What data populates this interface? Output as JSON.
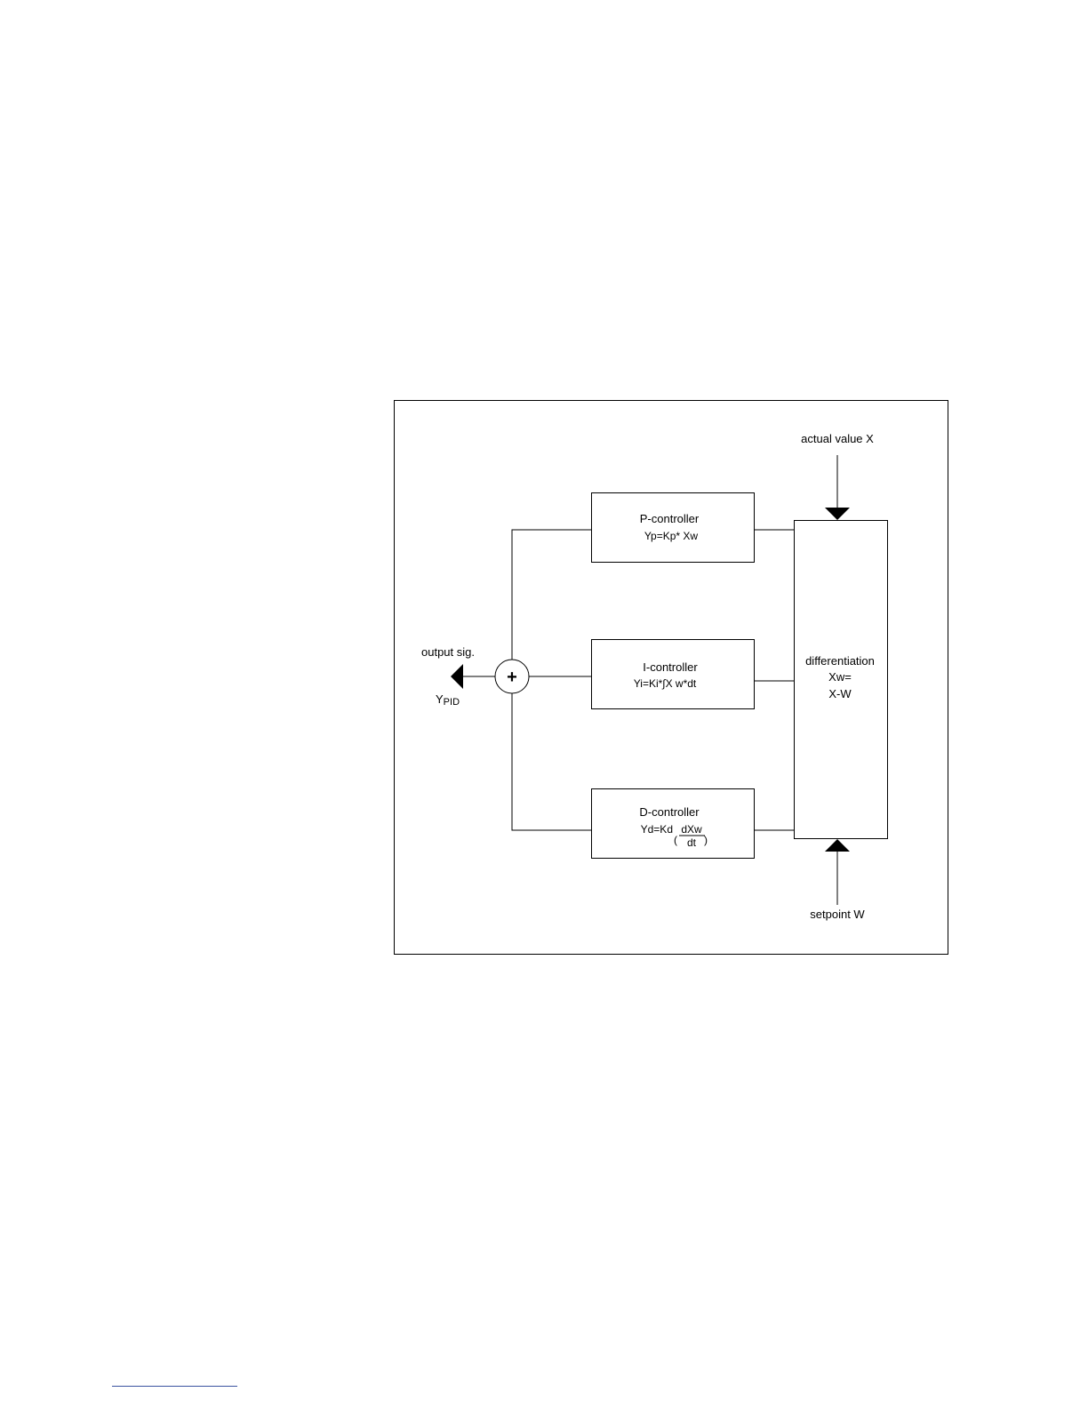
{
  "diagram": {
    "actual_value_label": "actual value X",
    "setpoint_label": "setpoint W",
    "output_label": "output sig.",
    "output_symbol_main": "Y",
    "output_symbol_sub": "PID",
    "summer_symbol": "+",
    "p_controller": {
      "title": "P-controller",
      "formula": "Yp=Kp* Xw"
    },
    "i_controller": {
      "title": "I-controller",
      "formula": "Yi=Ki*∫X w*dt"
    },
    "d_controller": {
      "title": "D-controller",
      "formula_prefix": "Yd=Kd",
      "formula_numerator": "dXw",
      "formula_denominator": "dt"
    },
    "differentiation": {
      "title": "differentiation",
      "line1": "Xw=",
      "line2": "X-W"
    }
  }
}
